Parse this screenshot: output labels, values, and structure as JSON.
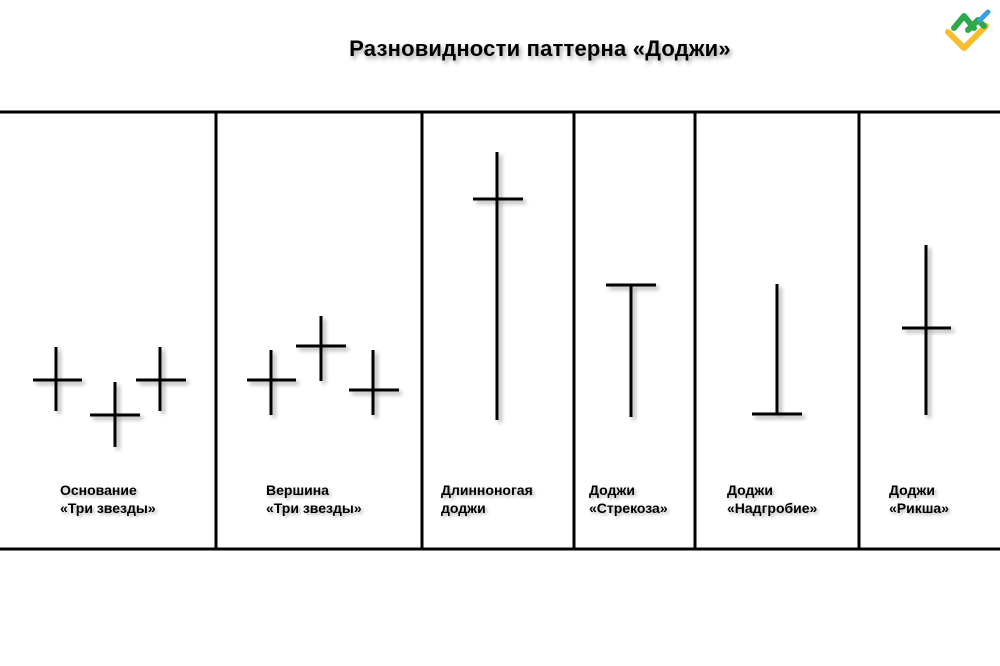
{
  "title": "Разновидности паттерна «Доджи»",
  "logo": {
    "icon": "brand-logo-icon",
    "colors": {
      "green": "#2EA84A",
      "blue": "#3AA0E0",
      "yellow": "#F5BE2A"
    }
  },
  "panels": [
    {
      "id": "morning-doji-star",
      "label_line1": "Основание",
      "label_line2": "«Три звезды»"
    },
    {
      "id": "evening-doji-star",
      "label_line1": "Вершина",
      "label_line2": "«Три звезды»"
    },
    {
      "id": "long-legged-doji",
      "label_line1": "Длинноногая",
      "label_line2": "доджи"
    },
    {
      "id": "dragonfly-doji",
      "label_line1": "Доджи",
      "label_line2": "«Стрекоза»"
    },
    {
      "id": "gravestone-doji",
      "label_line1": "Доджи",
      "label_line2": "«Надгробие»"
    },
    {
      "id": "rickshaw-doji",
      "label_line1": "Доджи",
      "label_line2": "«Рикша»"
    }
  ],
  "colors": {
    "line": "#000000",
    "background": "#ffffff",
    "shadow": "#bbbbbb"
  }
}
